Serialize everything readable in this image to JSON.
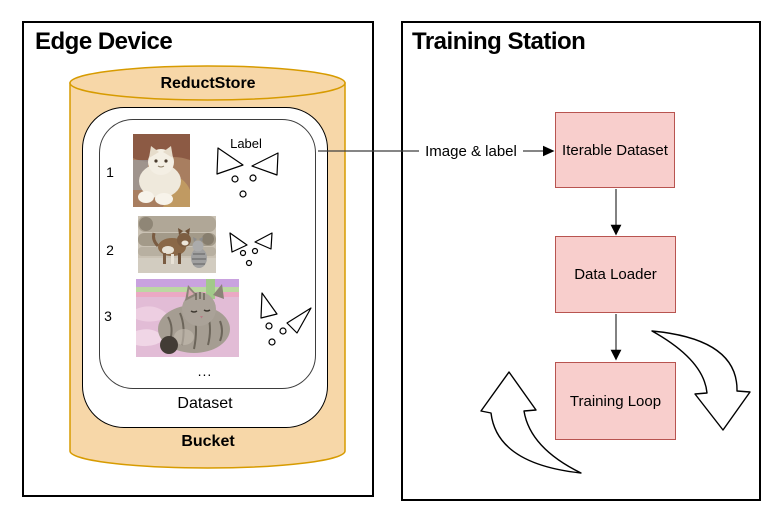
{
  "edge_device": {
    "title": "Edge Device",
    "reductstore_label": "ReductStore",
    "bucket_label": "Bucket",
    "dataset_label": "Dataset",
    "ellipsis": "...",
    "label_caption": "Label",
    "records": [
      {
        "index": "1",
        "photo": "white-persian-cat-on-brown-blanket"
      },
      {
        "index": "2",
        "photo": "calico-cat-and-gray-kitten-by-logs"
      },
      {
        "index": "3",
        "photo": "gray-tabby-kitten-on-pink-blanket"
      }
    ]
  },
  "training_station": {
    "title": "Training Station",
    "connector_label": "Image & label",
    "nodes": [
      {
        "label": "Iterable Dataset"
      },
      {
        "label": "Data Loader"
      },
      {
        "label": "Training Loop"
      }
    ]
  },
  "colors": {
    "cylinder_fill": "#F7D7A8",
    "cylinder_stroke": "#D79B00",
    "node_fill": "#F8CECC",
    "node_stroke": "#B85450",
    "connector": "#3f3f3f"
  }
}
